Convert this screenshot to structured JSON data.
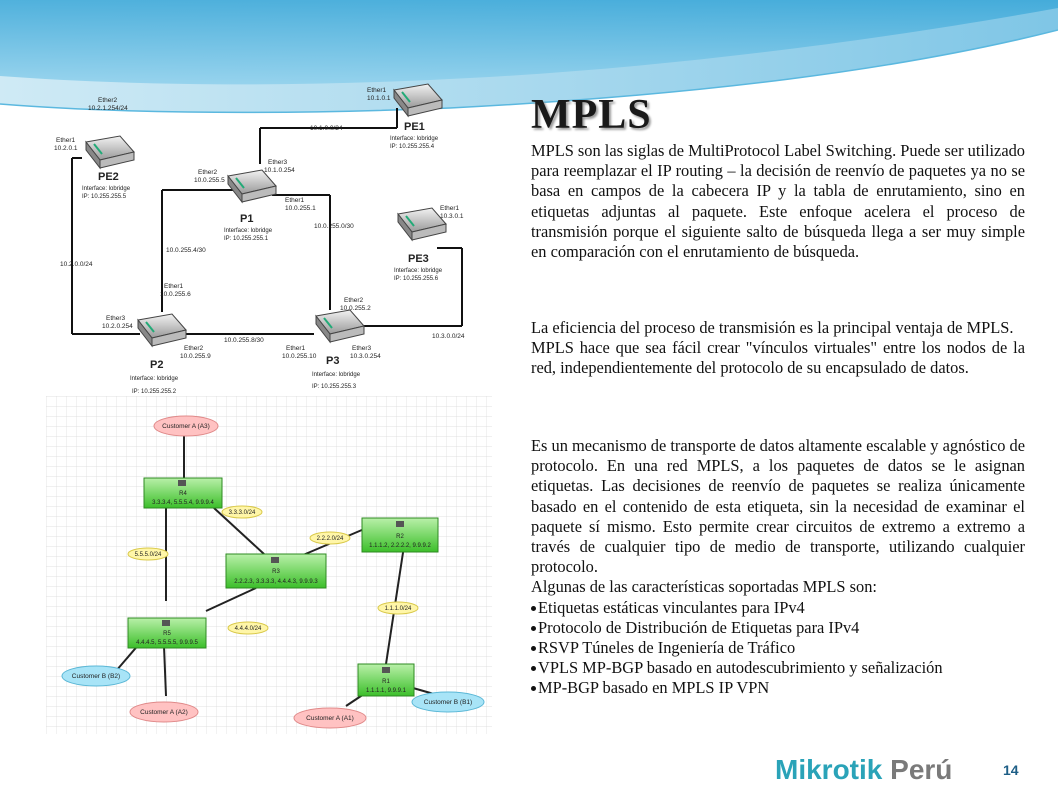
{
  "slide": {
    "title": "MPLS",
    "paragraph1": "MPLS son las siglas de MultiProtocol Label Switching. Puede ser utilizado para reemplazar el IP routing – la decisión de reenvío de paquetes ya no se basa en campos de la cabecera IP y la tabla de enrutamiento, sino en etiquetas adjuntas al paquete. Este enfoque acelera el proceso de transmisión porque el siguiente salto de búsqueda llega a ser muy simple en comparación con el enrutamiento de búsqueda.",
    "paragraph2": "La eficiencia del proceso de transmisión es la principal ventaja de MPLS.",
    "paragraph3": "MPLS hace que sea fácil crear \"vínculos virtuales\" entre los nodos de la red, independientemente del protocolo de su encapsulado de datos.",
    "paragraph4": "Es un mecanismo de transporte de datos altamente escalable y agnóstico de  protocolo. En una red MPLS, a los paquetes de datos se le asignan etiquetas. Las decisiones de reenvío de paquetes se realiza únicamente basado en el contenido de esta etiqueta, sin la necesidad de examinar el paquete sí mismo. Esto permite crear circuitos de extremo a extremo a través de cualquier tipo de medio de transporte, utilizando cualquier protocolo.",
    "features_intro": "Algunas de las características soportadas MPLS son:",
    "features": [
      "Etiquetas estáticas vinculantes para IPv4",
      "Protocolo de Distribución de Etiquetas para IPv4",
      "RSVP Túneles de Ingeniería de Tráfico",
      "VPLS MP-BGP basado en autodescubrimiento  y señalización",
      "MP-BGP basado en MPLS IP VPN"
    ],
    "logo_brand": "Mikrotik",
    "logo_suffix": " Perú",
    "page_number": "14"
  },
  "diagram1": {
    "pe2": {
      "name": "PE2",
      "port_top": "Ether2",
      "ip_top": "10.2.1.254/24",
      "port_left": "Ether1",
      "ip_left": "10.2.0.1",
      "iface": "Interface: lobridge",
      "ip": "IP: 10.255.255.5"
    },
    "pe1": {
      "name": "PE1",
      "port": "Ether1",
      "port_ip": "10.1.0.1",
      "iface": "Interface: lobridge",
      "ip": "IP: 10.255.255.4"
    },
    "p1": {
      "name": "P1",
      "port_e2": "Ether2",
      "ip_e2": "10.0.255.5",
      "port_e3": "Ether3",
      "ip_e3": "10.1.0.254",
      "port_e1": "Ether1",
      "ip_e1": "10.0.255.1",
      "iface": "Interface: lobridge",
      "ip": "IP: 10.255.255.1"
    },
    "pe3": {
      "name": "PE3",
      "port": "Ether1",
      "port_ip": "10.3.0.1",
      "iface": "Interface: lobridge",
      "ip": "IP: 10.255.255.6"
    },
    "p2": {
      "name": "P2",
      "port_e1": "Ether1",
      "ip_e1": "10.0.255.6",
      "port_e3": "Ether3",
      "ip_e3": "10.2.0.254",
      "port_e2": "Ether2",
      "ip_e2": "10.0.255.9",
      "iface": "Interface: lobridge",
      "ip": "IP: 10.255.255.2"
    },
    "p3": {
      "name": "P3",
      "port_e2": "Ether2",
      "ip_e2": "10.0.255.2",
      "port_e1": "Ether1",
      "ip_e1": "10.0.255.10",
      "port_e3": "Ether3",
      "ip_e3": "10.3.0.254",
      "iface": "Interface: lobridge",
      "ip": "IP: 10.255.255.3"
    },
    "links": {
      "pe1_p1": "10.1.0.0/24",
      "p1_p3": "10.0.255.0/30",
      "p1_p2": "10.0.255.4/30",
      "pe2_p2": "10.2.0.0/24",
      "p2_p3": "10.0.255.8/30",
      "p3_pe3": "10.3.0.0/24"
    }
  },
  "diagram2": {
    "customer_a3": "Customer A (A3)",
    "customer_b2": "Customer B (B2)",
    "customer_a2": "Customer A (A2)",
    "customer_a1": "Customer A (A1)",
    "customer_b1": "Customer B (B1)",
    "r4": {
      "name": "R4",
      "ips": "3.3.3.4, 5.5.5.4, 9.9.9.4"
    },
    "r3": {
      "name": "R3",
      "ips": "2.2.2.3, 3.3.3.3, 4.4.4.3, 9.9.9.3"
    },
    "r2": {
      "name": "R2",
      "ips": "1.1.1.2, 2.2.2.2, 9.9.9.2"
    },
    "r5": {
      "name": "R5",
      "ips": "4.4.4.5, 5.5.5.5, 9.9.9.5"
    },
    "r1": {
      "name": "R1",
      "ips": "1.1.1.1, 9.9.9.1"
    },
    "links": {
      "r4_r3": "3.3.3.0/24",
      "r3_r2": "2.2.2.0/24",
      "r4_r5": "5.5.5.0/24",
      "r2_r1": "1.1.1.0/24",
      "r3_r5": "4.4.4.0/24"
    }
  }
}
